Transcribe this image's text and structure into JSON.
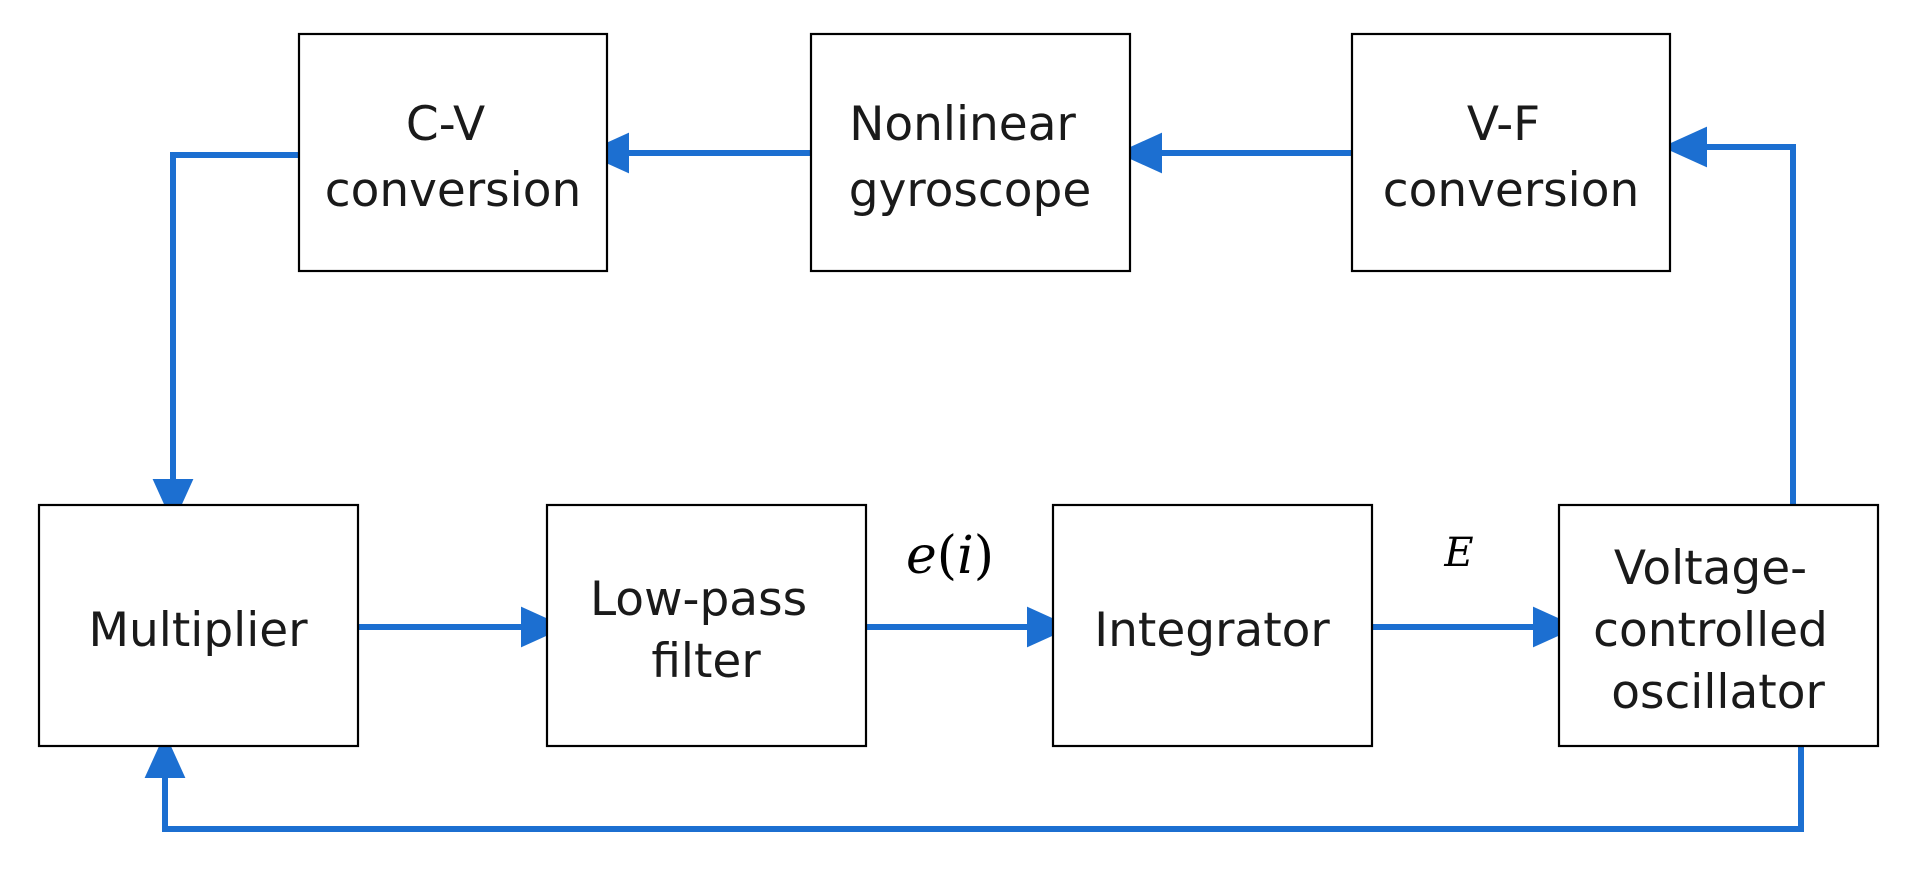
{
  "colors": {
    "arrow": "#1c6fd1",
    "block_border": "#000000",
    "text": "#1a1a1a"
  },
  "blocks": {
    "cv_conversion": {
      "lines": [
        "C-V",
        "conversion"
      ]
    },
    "nonlinear_gyroscope": {
      "lines": [
        "Nonlinear",
        "gyroscope"
      ]
    },
    "vf_conversion": {
      "lines": [
        "V-F",
        "conversion"
      ]
    },
    "multiplier": {
      "lines": [
        "Multiplier"
      ]
    },
    "lowpass_filter": {
      "lines": [
        "Low-pass",
        "filter"
      ]
    },
    "integrator": {
      "lines": [
        "Integrator"
      ]
    },
    "vco": {
      "lines": [
        "Voltage-",
        "controlled",
        "oscillator"
      ]
    }
  },
  "signals": {
    "error": {
      "name": "e",
      "arg": "i"
    },
    "energy": {
      "name": "E"
    }
  },
  "connections": [
    {
      "from": "multiplier",
      "to": "lowpass_filter"
    },
    {
      "from": "lowpass_filter",
      "to": "integrator",
      "label": "error"
    },
    {
      "from": "integrator",
      "to": "vco",
      "label": "energy"
    },
    {
      "from": "vco",
      "to": "vf_conversion"
    },
    {
      "from": "vf_conversion",
      "to": "nonlinear_gyroscope"
    },
    {
      "from": "nonlinear_gyroscope",
      "to": "cv_conversion"
    },
    {
      "from": "cv_conversion",
      "to": "multiplier"
    },
    {
      "from": "vco",
      "to": "multiplier"
    }
  ]
}
